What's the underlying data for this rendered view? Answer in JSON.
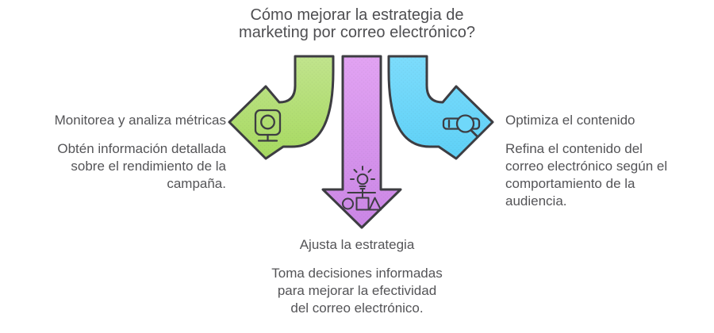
{
  "title": {
    "lines": [
      "Cómo mejorar la estrategia de",
      "marketing por correo electrónico?"
    ]
  },
  "branches": {
    "left": {
      "heading": "Monitorea y analiza métricas",
      "body": [
        "Obtén información detallada",
        "sobre el rendimiento de la",
        "campaña."
      ],
      "icon": "monitor-icon",
      "arrow_direction": "left"
    },
    "right": {
      "heading": "Optimiza el contenido",
      "body": [
        "Refina el contenido del",
        "correo electrónico según el",
        "comportamiento de la",
        "audiencia."
      ],
      "icon": "magnifier-icon",
      "arrow_direction": "right"
    },
    "down": {
      "heading": "Ajusta la estrategia",
      "body": [
        "Toma decisiones informadas",
        "para mejorar la efectividad",
        "del correo electrónico."
      ],
      "icon": "idea-shapes-icon",
      "arrow_direction": "down"
    }
  },
  "colors": {
    "outline": "#3d3d42",
    "text": "#545457",
    "green_top": "#c1e48d",
    "green_bottom": "#a7da60",
    "purple_top": "#e2a3f3",
    "purple_bottom": "#cb86e6",
    "blue_top": "#7cdcfc",
    "blue_bottom": "#5ed1f7",
    "blue_fill": "#6fd8fa"
  }
}
